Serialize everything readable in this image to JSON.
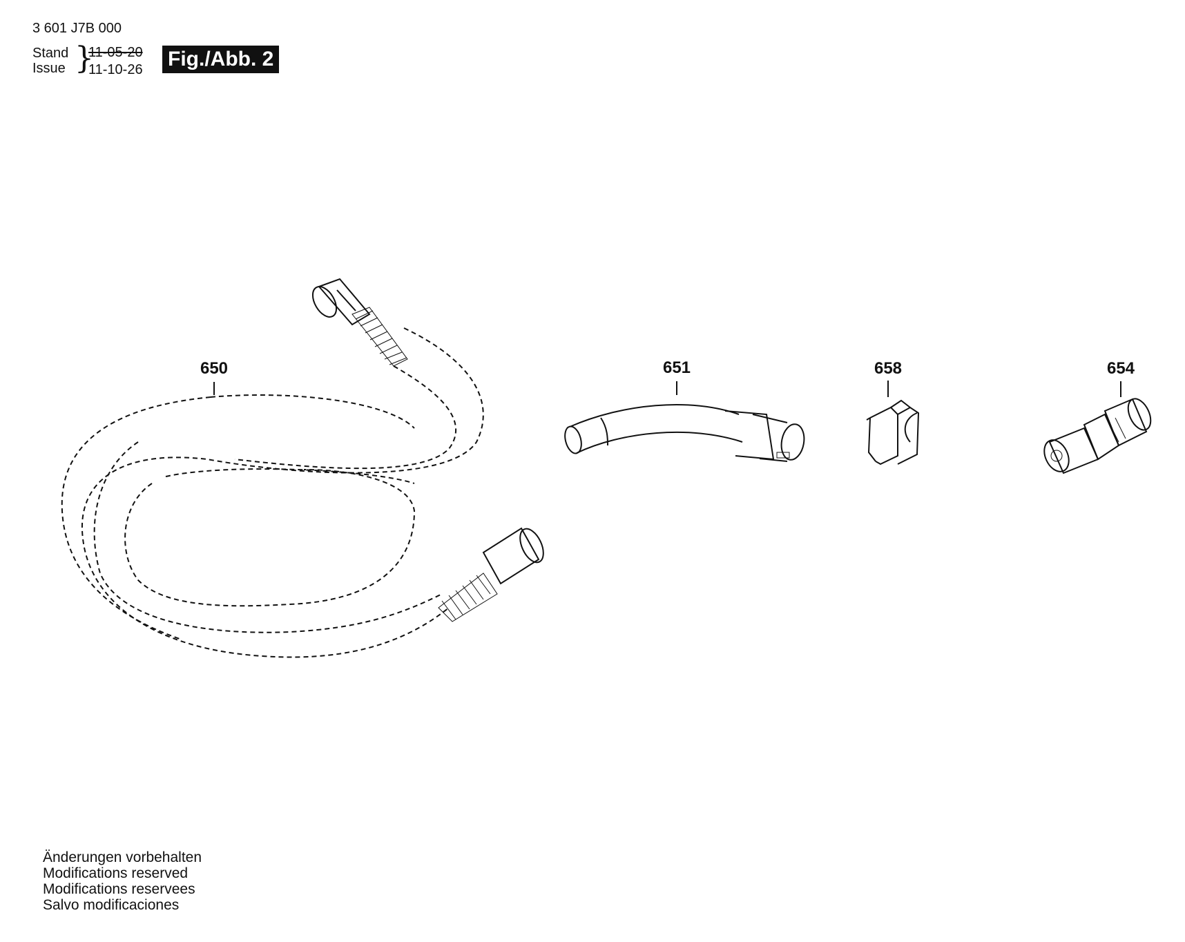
{
  "header": {
    "part_number": "3 601 J7B 000",
    "stand_label": "Stand",
    "issue_label": "Issue",
    "stand_date": "11-05-20",
    "issue_date": "11-10-26",
    "figure_label": "Fig./Abb. 2"
  },
  "callouts": {
    "hose": "650",
    "elbow": "651",
    "clip": "658",
    "adapter": "654"
  },
  "footer": {
    "lines": [
      "Änderungen vorbehalten",
      "Modifications reserved",
      "Modifications reservees",
      "Salvo modificaciones"
    ]
  }
}
